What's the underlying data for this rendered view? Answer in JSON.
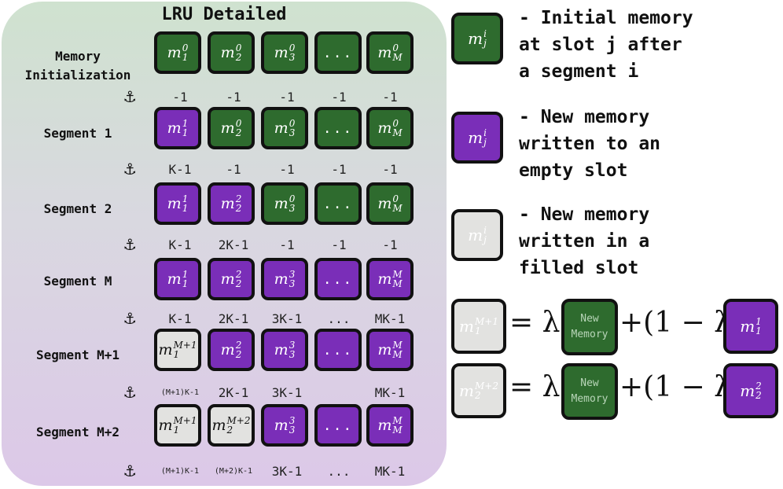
{
  "title": "LRU Detailed",
  "colors": {
    "initial": "#2e6b2e",
    "new_empty": "#7a2eb8",
    "new_filled": "#e2e2e0"
  },
  "rows": [
    {
      "label": [
        "Memory",
        "Initialization"
      ],
      "cells": [
        {
          "kind": "initial",
          "base": "m",
          "sub": "1",
          "sup": "0"
        },
        {
          "kind": "initial",
          "base": "m",
          "sub": "2",
          "sup": "0"
        },
        {
          "kind": "initial",
          "base": "m",
          "sub": "3",
          "sup": "0"
        },
        {
          "kind": "initial",
          "dots": "..."
        },
        {
          "kind": "initial",
          "base": "m",
          "sub": "M",
          "sup": "0"
        }
      ],
      "indices": [
        "-1",
        "-1",
        "-1",
        "-1",
        "-1"
      ]
    },
    {
      "label": [
        "Segment 1"
      ],
      "cells": [
        {
          "kind": "new_empty",
          "base": "m",
          "sub": "1",
          "sup": "1"
        },
        {
          "kind": "initial",
          "base": "m",
          "sub": "2",
          "sup": "0"
        },
        {
          "kind": "initial",
          "base": "m",
          "sub": "3",
          "sup": "0"
        },
        {
          "kind": "initial",
          "dots": "..."
        },
        {
          "kind": "initial",
          "base": "m",
          "sub": "M",
          "sup": "0"
        }
      ],
      "indices": [
        "K-1",
        "-1",
        "-1",
        "-1",
        "-1"
      ]
    },
    {
      "label": [
        "Segment 2"
      ],
      "cells": [
        {
          "kind": "new_empty",
          "base": "m",
          "sub": "1",
          "sup": "1"
        },
        {
          "kind": "new_empty",
          "base": "m",
          "sub": "2",
          "sup": "2"
        },
        {
          "kind": "initial",
          "base": "m",
          "sub": "3",
          "sup": "0"
        },
        {
          "kind": "initial",
          "dots": "..."
        },
        {
          "kind": "initial",
          "base": "m",
          "sub": "M",
          "sup": "0"
        }
      ],
      "indices": [
        "K-1",
        "2K-1",
        "-1",
        "-1",
        "-1"
      ]
    },
    {
      "label": [
        "Segment M"
      ],
      "cells": [
        {
          "kind": "new_empty",
          "base": "m",
          "sub": "1",
          "sup": "1"
        },
        {
          "kind": "new_empty",
          "base": "m",
          "sub": "2",
          "sup": "2"
        },
        {
          "kind": "new_empty",
          "base": "m",
          "sub": "3",
          "sup": "3"
        },
        {
          "kind": "new_empty",
          "dots": "..."
        },
        {
          "kind": "new_empty",
          "base": "m",
          "sub": "M",
          "sup": "M"
        }
      ],
      "indices": [
        "K-1",
        "2K-1",
        "3K-1",
        "...",
        "MK-1"
      ]
    },
    {
      "label": [
        "Segment M+1"
      ],
      "cells": [
        {
          "kind": "new_filled",
          "base": "m",
          "sub": "1",
          "sup": "M+1"
        },
        {
          "kind": "new_empty",
          "base": "m",
          "sub": "2",
          "sup": "2"
        },
        {
          "kind": "new_empty",
          "base": "m",
          "sub": "3",
          "sup": "3"
        },
        {
          "kind": "new_empty",
          "dots": "..."
        },
        {
          "kind": "new_empty",
          "base": "m",
          "sub": "M",
          "sup": "M"
        }
      ],
      "indices": [
        "(M+1)K-1",
        "2K-1",
        "3K-1",
        "MK-1"
      ]
    },
    {
      "label": [
        "Segment M+2"
      ],
      "cells": [
        {
          "kind": "new_filled",
          "base": "m",
          "sub": "1",
          "sup": "M+1"
        },
        {
          "kind": "new_filled",
          "base": "m",
          "sub": "2",
          "sup": "M+2"
        },
        {
          "kind": "new_empty",
          "base": "m",
          "sub": "3",
          "sup": "3"
        },
        {
          "kind": "new_empty",
          "dots": "..."
        },
        {
          "kind": "new_empty",
          "base": "m",
          "sub": "M",
          "sup": "M"
        }
      ],
      "indices": [
        "(M+1)K-1",
        "(M+2)K-1",
        "3K-1",
        "...",
        "MK-1"
      ]
    }
  ],
  "anchor_icon": "anchor-icon",
  "legend": [
    {
      "kind": "initial",
      "base": "m",
      "sub": "j",
      "sup": "i",
      "text": "- Initial memory\nat slot j after\na segment i"
    },
    {
      "kind": "new_empty",
      "base": "m",
      "sub": "j",
      "sup": "i",
      "text": "- New memory\nwritten to an\nempty slot"
    },
    {
      "kind": "new_filled",
      "base": "m",
      "sub": "j",
      "sup": "i",
      "text": "- New memory\nwritten in a\nfilled slot"
    }
  ],
  "equations": [
    {
      "lhs": {
        "base": "m",
        "sub": "1",
        "sup": "M+1"
      },
      "eq": "= λ",
      "new_memory": [
        "New",
        "Memory"
      ],
      "mid": "+(1 − λ)",
      "rhs": {
        "base": "m",
        "sub": "1",
        "sup": "1"
      }
    },
    {
      "lhs": {
        "base": "m",
        "sub": "2",
        "sup": "M+2"
      },
      "eq": "= λ",
      "new_memory": [
        "New",
        "Memory"
      ],
      "mid": "+(1 − λ)",
      "rhs": {
        "base": "m",
        "sub": "2",
        "sup": "2"
      }
    }
  ]
}
